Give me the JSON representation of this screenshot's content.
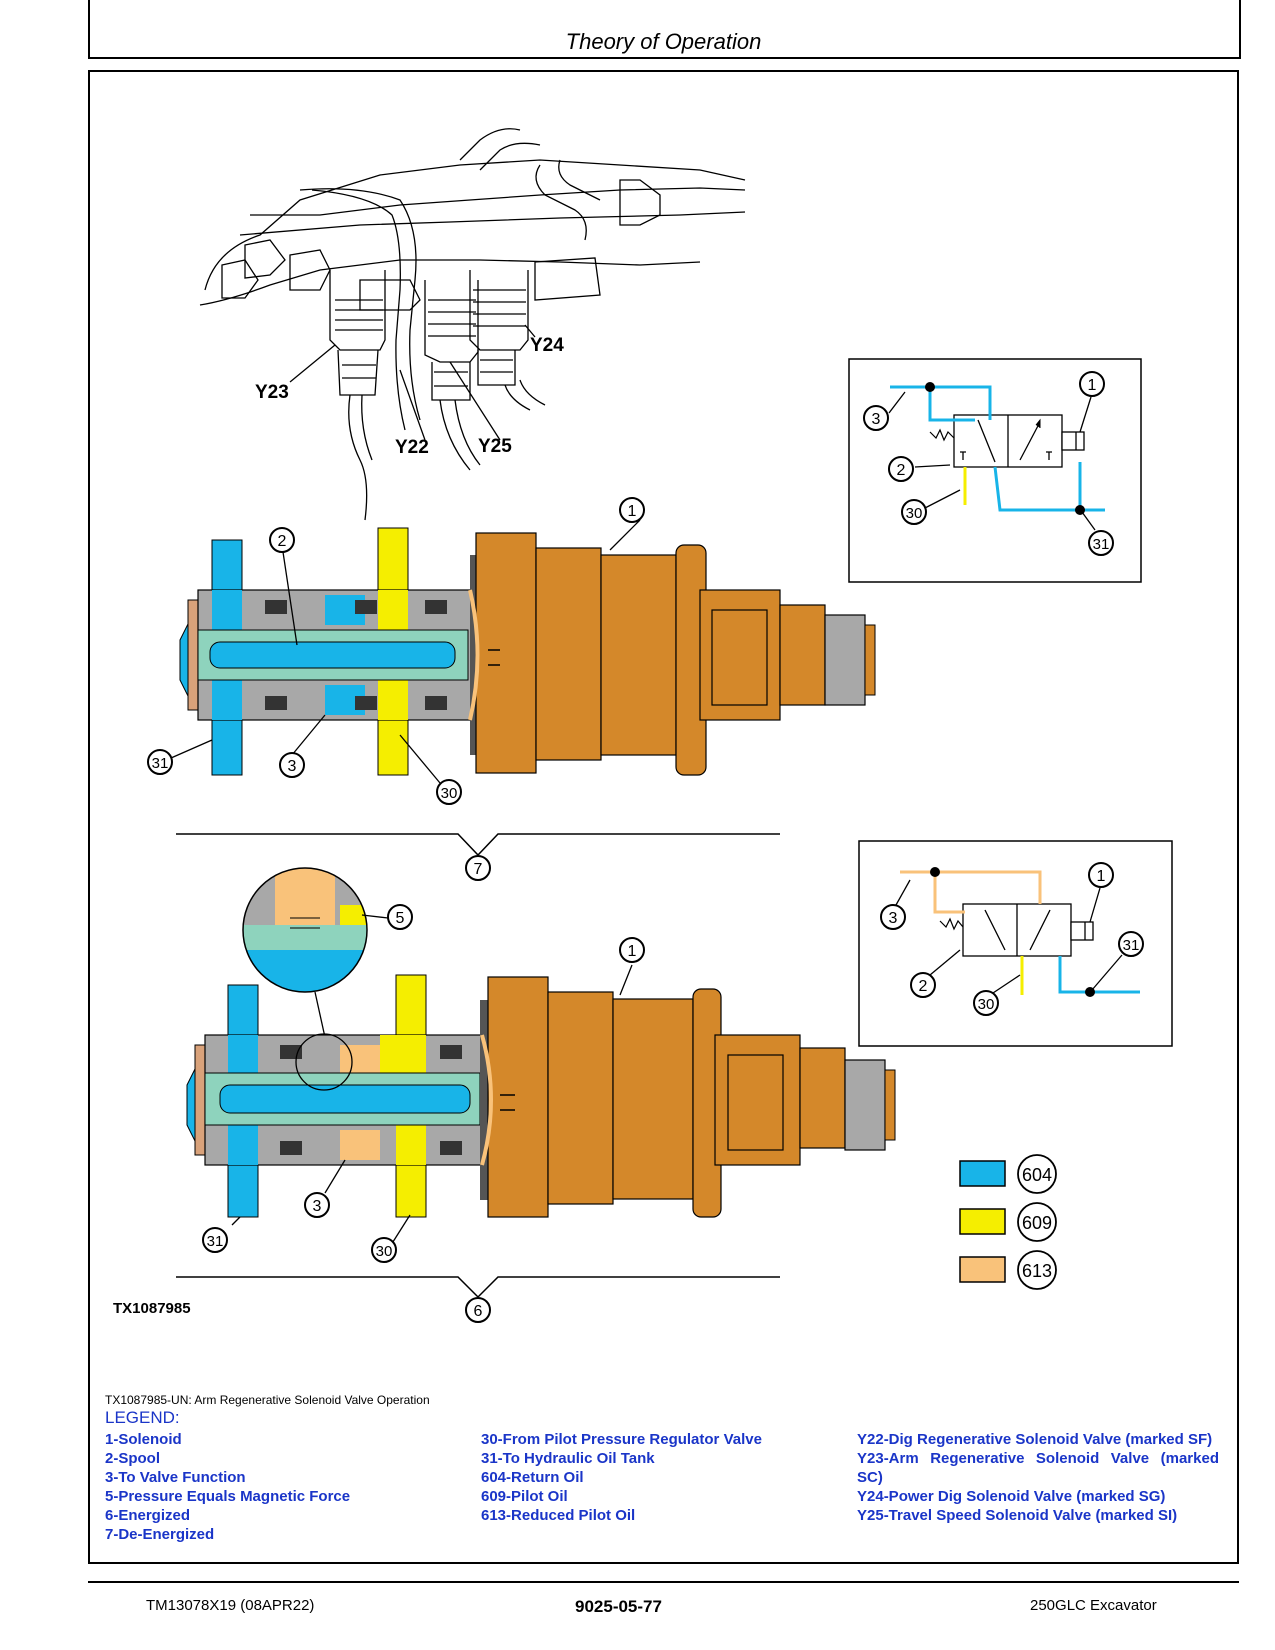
{
  "header": {
    "section_title": "Theory of Operation"
  },
  "figure": {
    "id": "TX1087985",
    "caption": "TX1087985-UN: Arm Regenerative Solenoid Valve Operation",
    "component_labels": {
      "y23": "Y23",
      "y22": "Y22",
      "y24": "Y24",
      "y25": "Y25",
      "n1": "1",
      "n2": "2",
      "n3": "3",
      "n5": "5",
      "n6": "6",
      "n7": "7",
      "n30": "30",
      "n31": "31"
    },
    "color_key": [
      {
        "code": "604",
        "color": "#18b4e8"
      },
      {
        "code": "609",
        "color": "#f5ee00"
      },
      {
        "code": "613",
        "color": "#f9c27a"
      }
    ],
    "colors": {
      "solenoid": "#d4882a",
      "return_oil": "#18b4e8",
      "pilot_oil": "#f5ee00",
      "reduced_pilot_oil": "#f9c27a",
      "spool": "#8ed3bd",
      "housing": "#a8a8a8"
    }
  },
  "legend": {
    "title": "LEGEND:",
    "col1": [
      "1-Solenoid",
      "2-Spool",
      "3-To Valve Function",
      "5-Pressure Equals Magnetic Force",
      "6-Energized",
      "7-De-Energized"
    ],
    "col2": [
      "30-From Pilot Pressure Regulator Valve",
      "31-To Hydraulic Oil Tank",
      "604-Return Oil",
      "609-Pilot Oil",
      "613-Reduced Pilot Oil"
    ],
    "col3": [
      "Y22-Dig Regenerative Solenoid Valve (marked SF)",
      "Y23-Arm Regenerative Solenoid Valve (marked SC)",
      "Y24-Power Dig Solenoid Valve (marked SG)",
      "Y25-Travel Speed Solenoid Valve (marked SI)"
    ]
  },
  "footer": {
    "left": "TM13078X19 (08APR22)",
    "center": "9025-05-77",
    "right": "250GLC Excavator"
  }
}
